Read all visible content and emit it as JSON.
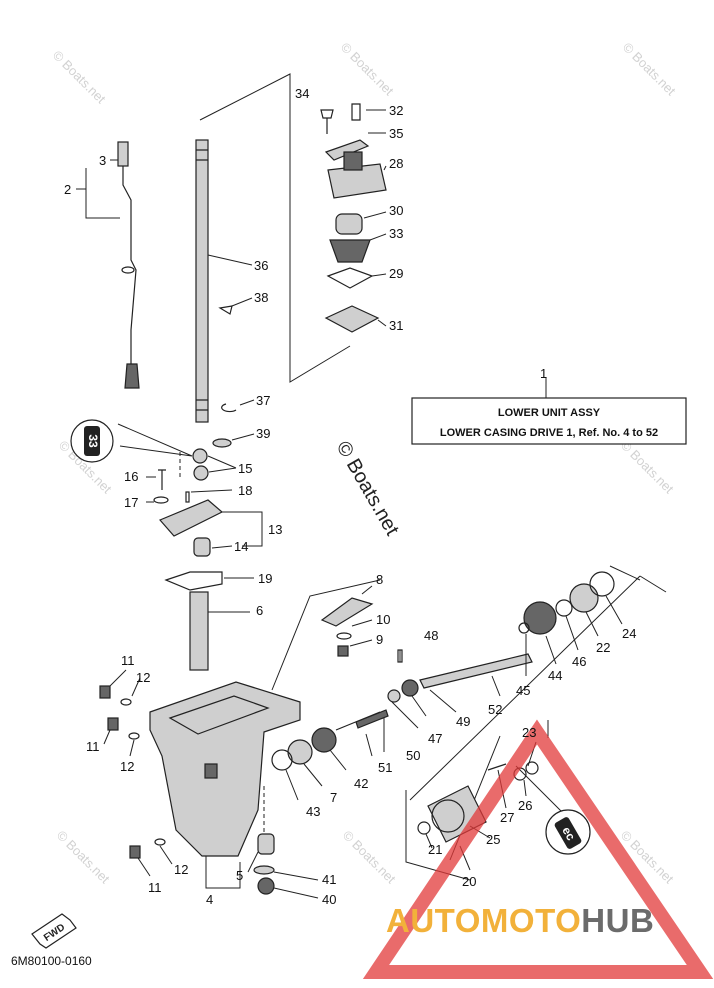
{
  "diagram": {
    "reference_code": "6M80100-0160",
    "legend": {
      "callout": "1",
      "title": "LOWER UNIT ASSY",
      "subtitle": "LOWER CASING DRIVE 1,  Ref. No. 4 to 52"
    },
    "fwd_label": "FWD",
    "diagonal_watermark": "© Boats.net",
    "watermark_text": "© Boats.net",
    "callouts": {
      "c2": "2",
      "c3": "3",
      "c4": "4",
      "c5": "5",
      "c6": "6",
      "c7": "7",
      "c8": "8",
      "c9": "9",
      "c10": "10",
      "c11a": "11",
      "c11b": "11",
      "c11c": "11",
      "c12a": "12",
      "c12b": "12",
      "c12c": "12",
      "c13": "13",
      "c14": "14",
      "c15": "15",
      "c16": "16",
      "c17": "17",
      "c18": "18",
      "c19": "19",
      "c20": "20",
      "c21": "21",
      "c22": "22",
      "c23": "23",
      "c24": "24",
      "c25": "25",
      "c26": "26",
      "c27": "27",
      "c28": "28",
      "c29": "29",
      "c30": "30",
      "c31": "31",
      "c32": "32",
      "c33": "33",
      "c34": "34",
      "c35": "35",
      "c36": "36",
      "c37": "37",
      "c38": "38",
      "c39": "39",
      "c40": "40",
      "c41": "41",
      "c42": "42",
      "c43": "43",
      "c44": "44",
      "c45": "45",
      "c46": "46",
      "c47": "47",
      "c48": "48",
      "c49": "49",
      "c50": "50",
      "c51": "51",
      "c52": "52"
    },
    "lubricant_marks": [
      "33",
      "ec"
    ]
  },
  "branding": {
    "part1": "AUTO",
    "part2": "MOTO",
    "part3": "HUB",
    "colors": {
      "auto": "#f2b13a",
      "moto": "#f2b13a",
      "hub": "#6b6b6b",
      "triangle": "#e23a3a"
    }
  }
}
